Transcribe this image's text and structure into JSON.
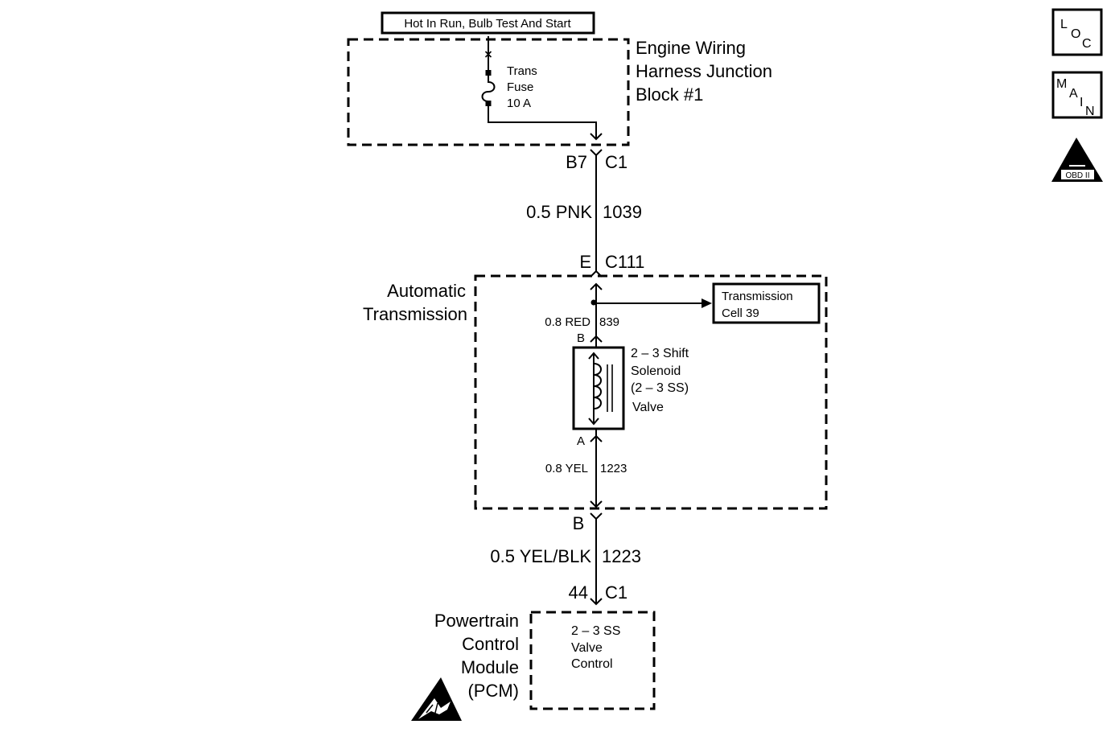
{
  "power_source": "Hot In Run, Bulb Test And Start",
  "junction_block": {
    "name_lines": [
      "Engine Wiring",
      "Harness Junction",
      "Block #1"
    ],
    "fuse_lines": [
      "Trans",
      "Fuse",
      "10 A"
    ],
    "connector_pin": "B7",
    "connector_id": "C1"
  },
  "wire_1": {
    "size_color": "0.5 PNK",
    "circuit": "1039"
  },
  "transmission": {
    "name_lines": [
      "Automatic",
      "Transmission"
    ],
    "in_pin": "E",
    "in_connector": "C111",
    "reference_lines": [
      "Transmission",
      "Cell 39"
    ],
    "wire_in": {
      "size_color": "0.8 RED",
      "circuit": "839"
    },
    "solenoid_pin_top": "B",
    "solenoid_lines": [
      "2 – 3 Shift",
      "Solenoid",
      "(2 – 3 SS)",
      "Valve"
    ],
    "solenoid_pin_bottom": "A",
    "wire_out": {
      "size_color": "0.8 YEL",
      "circuit": "1223"
    },
    "out_pin": "B"
  },
  "wire_2": {
    "size_color": "0.5 YEL/BLK",
    "circuit": "1223"
  },
  "pcm": {
    "connector_pin": "44",
    "connector_id": "C1",
    "name_lines": [
      "Powertrain",
      "Control",
      "Module",
      "(PCM)"
    ],
    "function_lines": [
      "2 – 3 SS",
      "Valve",
      "Control"
    ]
  },
  "badges": {
    "loc": [
      "L",
      "O",
      "C"
    ],
    "main": [
      "M",
      "A",
      "I",
      "N"
    ],
    "obd": {
      "numeral": "II",
      "caption": "OBD II"
    }
  }
}
